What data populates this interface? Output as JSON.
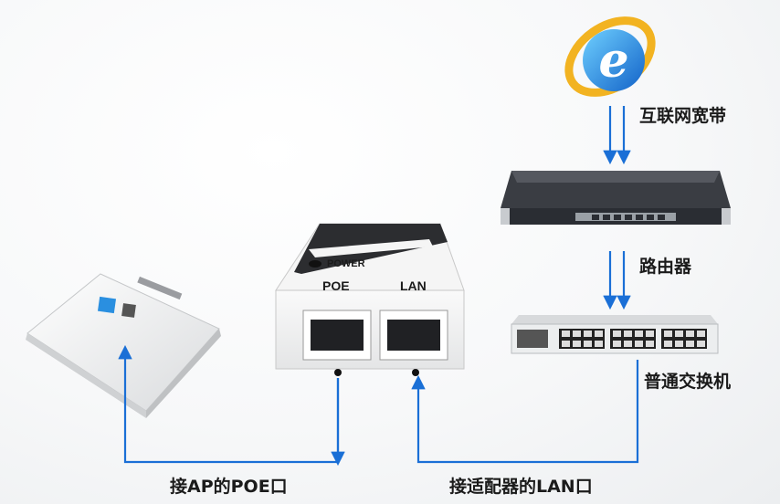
{
  "labels": {
    "internet": "互联网宽带",
    "router": "路由器",
    "switch": "普通交换机",
    "ap_poe": "接AP的POE口",
    "adapter_lan": "接适配器的LAN口"
  },
  "injector": {
    "power_label": "POWER",
    "poe_label": "POE",
    "lan_label": "LAN"
  },
  "colors": {
    "arrow": "#1a6fd6",
    "device_dark": "#2a2d33",
    "device_light": "#f2f2f2"
  },
  "icons": [
    "ie-globe-icon",
    "router-device",
    "switch-device",
    "wall-ap-device",
    "poe-injector-device"
  ]
}
